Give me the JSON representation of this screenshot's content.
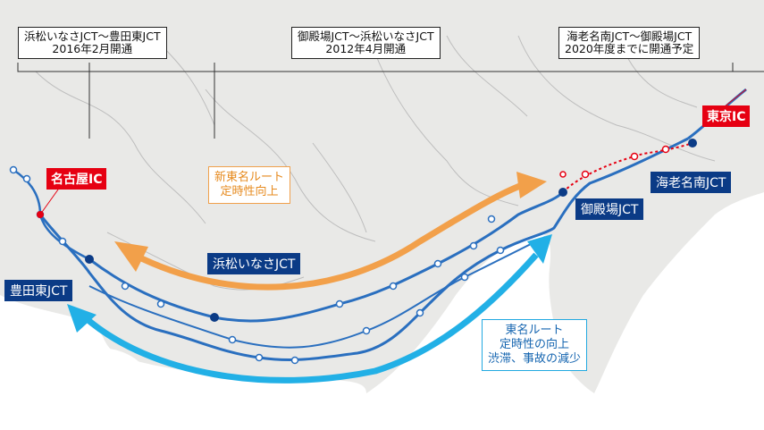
{
  "callouts": {
    "left": {
      "line1": "浜松いなさJCT〜豊田東JCT",
      "line2": "2016年2月開通"
    },
    "center": {
      "line1": "御殿場JCT〜浜松いなさJCT",
      "line2": "2012年4月開通"
    },
    "right": {
      "line1": "海老名南JCT〜御殿場JCT",
      "line2": "2020年度までに開通予定"
    }
  },
  "places": {
    "nagoya_ic": "名古屋IC",
    "tokyo_ic": "東京IC",
    "toyota_higashi_jct": "豊田東JCT",
    "hamamatsu_inasa_jct": "浜松いなさJCT",
    "gotemba_jct": "御殿場JCT",
    "ebina_minami_jct": "海老名南JCT"
  },
  "notes": {
    "shin_tomei": {
      "line1": "新東名ルート",
      "line2": "定時性向上"
    },
    "tomei": {
      "line1": "東名ルート",
      "line2": "定時性の向上",
      "line3": "渋滞、事故の減少"
    }
  },
  "colors": {
    "sea": "#ffffff",
    "land": "#e9e9e7",
    "route": "#2a6fbf",
    "junction": "#0b3b86",
    "ic": "#e60012",
    "planned_route": "#e60012",
    "arrow_orange": "#f2a04a",
    "arrow_blue": "#22b0e6"
  }
}
